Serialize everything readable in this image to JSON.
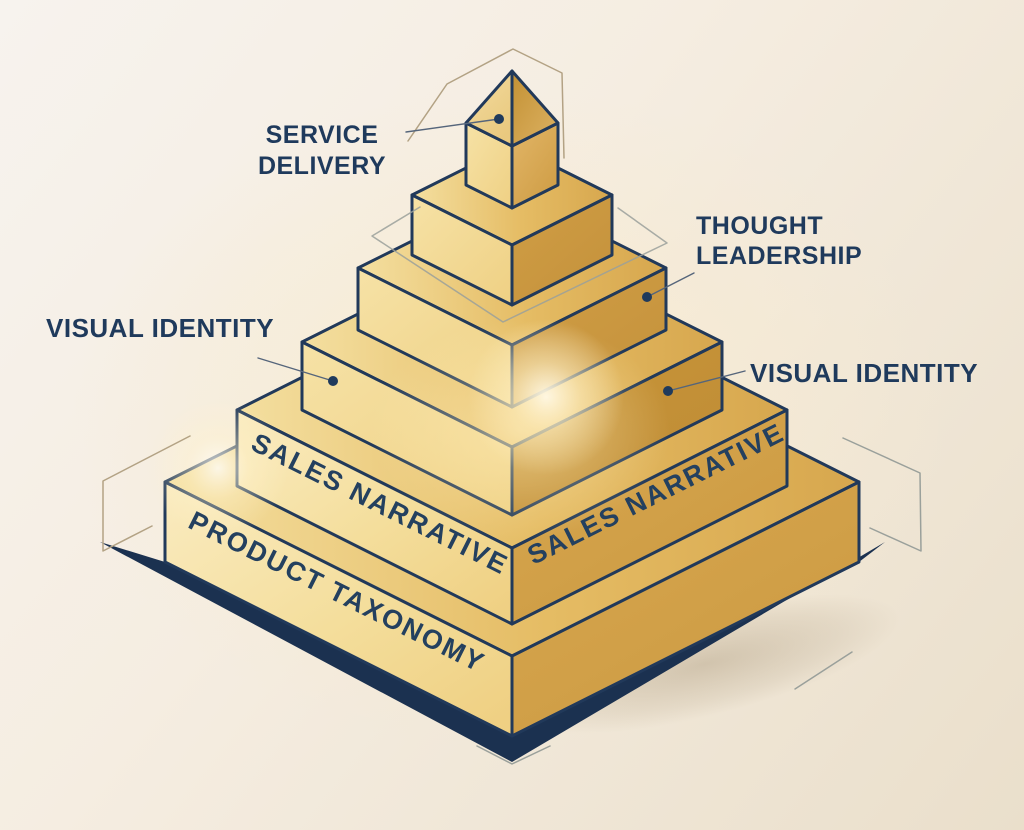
{
  "diagram": {
    "type": "isometric-pyramid",
    "levels": [
      {
        "level": "apex",
        "label": "SERVICE DELIVERY"
      },
      {
        "level": "upper-tier",
        "label": "THOUGHT LEADERSHIP"
      },
      {
        "level": "middle-tier",
        "label": "VISUAL IDENTITY"
      },
      {
        "level": "lower-tier",
        "label": "SALES NARRATIVE"
      },
      {
        "level": "base",
        "label": "PRODUCT TAXONOMY"
      }
    ]
  },
  "callouts": {
    "service_delivery": [
      "SERVICE",
      "DELIVERY"
    ],
    "thought_leadership": [
      "THOUGHT",
      "LEADERSHIP"
    ],
    "visual_identity_left": "VISUAL IDENTITY",
    "visual_identity_right": "VISUAL IDENTITY"
  },
  "face_labels": {
    "sales_narrative_left": "SALES NARRATIVE",
    "sales_narrative_right": "SALES NARRATIVE",
    "product_taxonomy": "PRODUCT TAXONOMY"
  },
  "palette": {
    "navy_text": "#1F3A5C",
    "outline": "#21395A",
    "gold_left_face": "#F5E0A2",
    "gold_top_face": "#E3BA66",
    "gold_right_face": "#CE9C44",
    "base_shadow": "#1B3150",
    "background_cream": "#F2EADC",
    "decor_line_tan": "#B3A284",
    "decor_line_gray": "#9AA09B"
  }
}
